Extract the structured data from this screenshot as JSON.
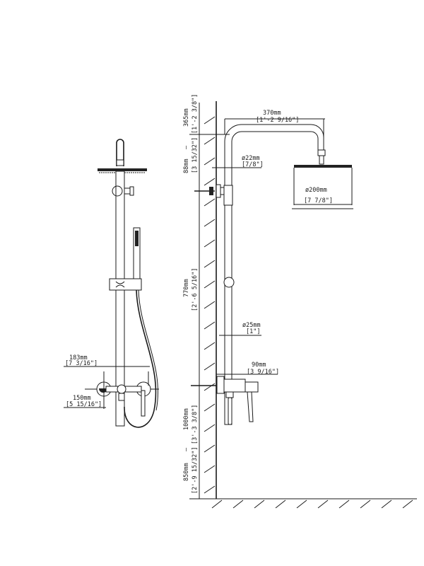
{
  "front_view": {
    "dim_width_outer_mm": "183mm",
    "dim_width_outer_in": "[7 3/16\"]",
    "dim_width_inner_mm": "150mm",
    "dim_width_inner_in": "[5 15/16\"]"
  },
  "side_view": {
    "arm_length_mm": "370mm",
    "arm_length_in": "[1'-2 9/16\"]",
    "arm_diameter_mm": "ø22mm",
    "arm_diameter_in": "[7/8\"]",
    "head_diameter_mm": "ø200mm",
    "head_diameter_in": "[7 7/8\"]",
    "riser_diameter_mm": "ø25mm",
    "riser_diameter_in": "[1\"]",
    "mixer_projection_mm": "90mm",
    "mixer_projection_in": "[3 9/16\"]",
    "top_height_mm": "365mm",
    "top_height_sep": "—",
    "top_height_alt_mm": "88mm",
    "top_height_in": "[1'-2 3/8\"]",
    "top_height_alt_in": "[3 15/32\"]",
    "riser_height_mm": "770mm",
    "riser_height_in": "[2'-6 5/16\"]",
    "mixer_height_mm": "1000mm",
    "mixer_height_sep": "—",
    "mixer_height_alt_mm": "850mm",
    "mixer_height_in": "[3'-3 3/8\"]",
    "mixer_height_alt_in": "[2'-9 15/32\"]"
  }
}
